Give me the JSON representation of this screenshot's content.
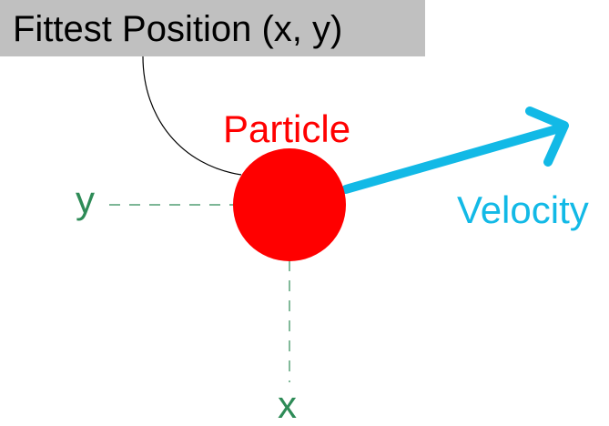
{
  "fittest_position_label": "Fittest Position (x, y)",
  "particle_label": "Particle",
  "velocity_label": "Velocity",
  "axis_x_label": "x",
  "axis_y_label": "y",
  "colors": {
    "particle": "#ff0000",
    "velocity": "#12b9e6",
    "axis": "#2e8b57",
    "label_box": "#c0c0c0",
    "connector": "#000000"
  }
}
